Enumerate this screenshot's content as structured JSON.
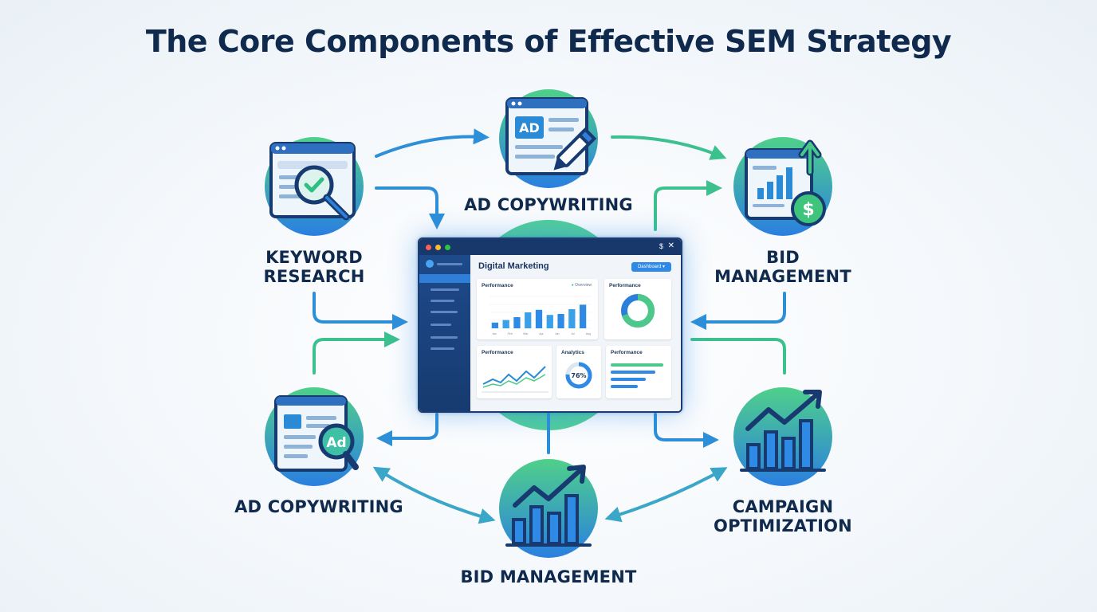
{
  "title": "The Core Components of Effective SEM Strategy",
  "nodes": {
    "keyword_research": {
      "line1": "KEYWORD",
      "line2": "RESEARCH",
      "icon": "magnifier-check-icon"
    },
    "ad_copywriting_top": {
      "label": "AD COPYWRITING",
      "icon": "ad-pencil-icon"
    },
    "bid_management_right": {
      "line1": "BID",
      "line2": "MANAGEMENT",
      "icon": "bar-chart-dollar-icon"
    },
    "ad_copywriting_left": {
      "label": "AD COPYWRITING",
      "icon": "ad-search-icon"
    },
    "bid_management_bottom": {
      "label": "BID MANAGEMENT",
      "icon": "trend-bar-chart-icon"
    },
    "campaign_optimization": {
      "line1": "CAMPAIGN",
      "line2": "OPTIMIZATION",
      "icon": "trend-bar-chart-icon"
    }
  },
  "dashboard": {
    "window_label": "$",
    "title": "Digital Marketing",
    "button": "Dashboard",
    "card_performance_1": "Performance",
    "card_performance_1_legend": "Overview",
    "card_performance_2": "Performance",
    "card_performance_3": "Performance",
    "card_analytics": "Analytics",
    "card_analytics_value": "76%",
    "card_performance_4": "Performance",
    "bar_months": [
      "Jan",
      "Feb",
      "Mar",
      "Apr",
      "Jun",
      "Jul",
      "Aug"
    ],
    "bar_values": [
      0.18,
      0.26,
      0.35,
      0.5,
      0.58,
      0.42,
      0.45,
      0.6,
      0.74
    ],
    "donut_share": 0.7
  },
  "colors": {
    "navy": "#0f2a4d",
    "blue": "#2f8ae6",
    "green": "#4cc98a"
  }
}
